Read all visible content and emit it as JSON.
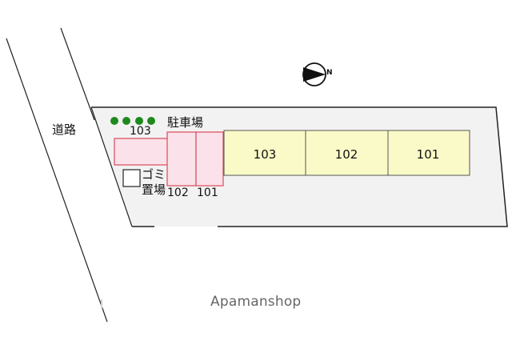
{
  "road": {
    "label": "道路"
  },
  "parking": {
    "label": "駐車場",
    "spaces": [
      {
        "label": "103"
      },
      {
        "label": "102"
      },
      {
        "label": "101"
      }
    ]
  },
  "garbage": {
    "line1": "ゴミ",
    "line2": "置場"
  },
  "units": [
    {
      "label": "103"
    },
    {
      "label": "102"
    },
    {
      "label": "101"
    }
  ],
  "compass": {
    "letter": "N",
    "icon": "north-arrow-icon"
  },
  "watermark": {
    "text": "Apamanshop"
  },
  "colors": {
    "unit_fill": "#fafac8",
    "parking_fill": "#fbe2ea",
    "parking_stroke": "#d84a5c",
    "lot_fill": "#f2f2f2",
    "tree": "#1e8a1e"
  }
}
